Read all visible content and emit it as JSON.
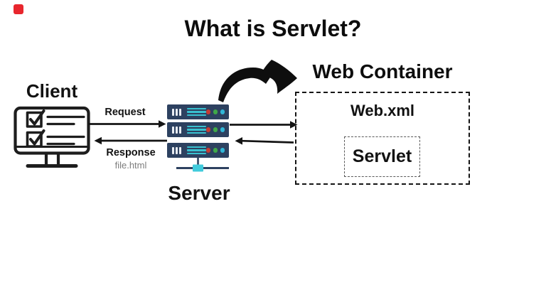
{
  "title": "What is Servlet?",
  "client": {
    "label": "Client"
  },
  "flows": {
    "request": "Request",
    "response": "Response",
    "response_file": "file.html"
  },
  "server": {
    "label": "Server",
    "unit_count": 3
  },
  "web_container": {
    "label": "Web Container",
    "config_file": "Web.xml",
    "servlet": "Servlet"
  },
  "icons": {
    "client": "monitor-checklist-icon",
    "server": "server-rack-icon",
    "network": "network-node-icon",
    "emphasis": "curved-brush-arrow-icon"
  },
  "colors": {
    "ink": "#111111",
    "server_navy": "#2d4160",
    "teal": "#38c1d0",
    "led_red": "#c73b33",
    "led_green": "#3fa948",
    "led_cyan": "#31b7d8",
    "node_cyan": "#41cbdc",
    "muted": "#7d7d7d",
    "badge_red": "#e8262d"
  }
}
